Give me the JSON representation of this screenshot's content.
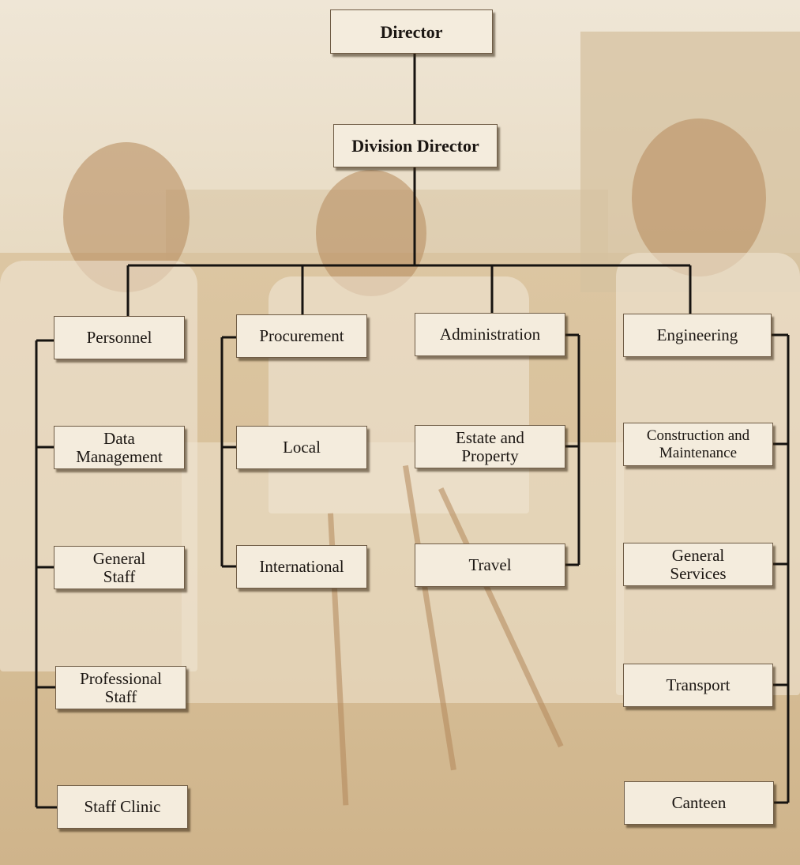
{
  "chart": {
    "director": "Director",
    "division_director": "Division Director",
    "personnel": {
      "head": "Personnel",
      "units": [
        "Data\nManagement",
        "General\nStaff",
        "Professional\nStaff",
        "Staff Clinic"
      ]
    },
    "procurement": {
      "head": "Procurement",
      "units": [
        "Local",
        "International"
      ]
    },
    "administration": {
      "head": "Administration",
      "units": [
        "Estate and\nProperty",
        "Travel"
      ]
    },
    "engineering": {
      "head": "Engineering",
      "units": [
        "Construction and\nMaintenance",
        "General\nServices",
        "Transport",
        "Canteen"
      ]
    }
  }
}
